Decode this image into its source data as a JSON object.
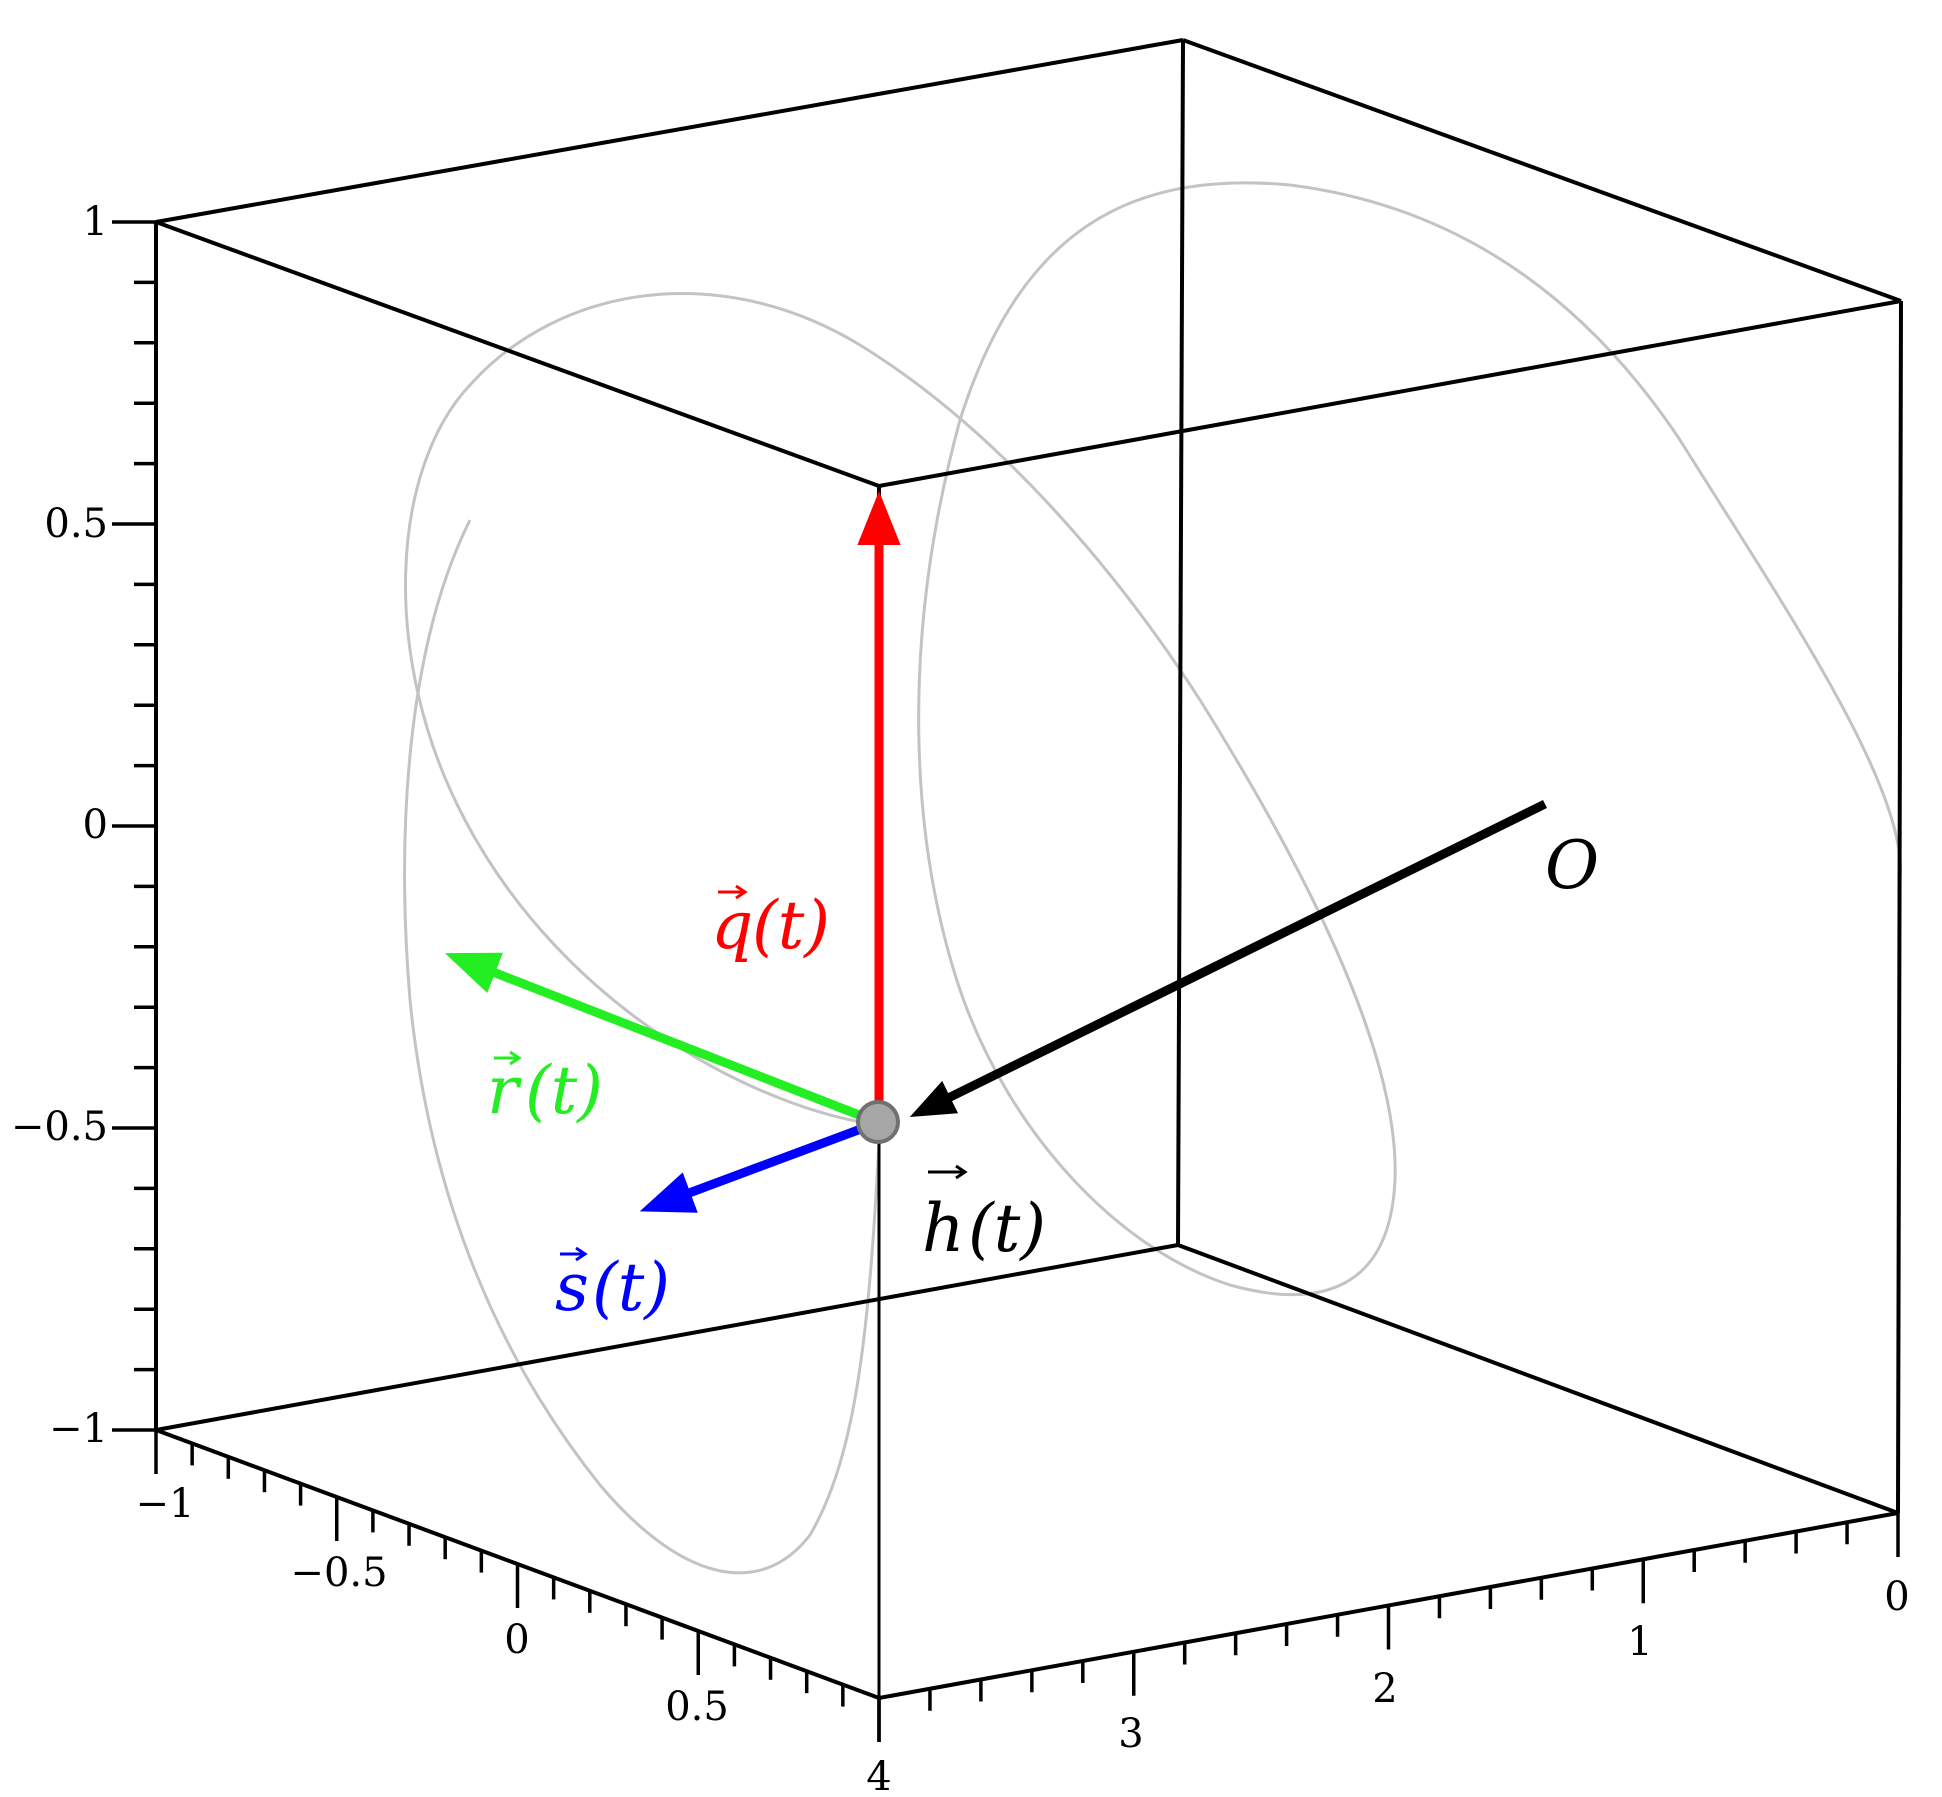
{
  "axes": {
    "z_ticks": [
      "1",
      "0.5",
      "0",
      "−0.5",
      "−1"
    ],
    "y_ticks": [
      "−1",
      "−0.5",
      "0",
      "0.5"
    ],
    "x_ticks": [
      "4",
      "3",
      "2",
      "1",
      "0"
    ]
  },
  "vectors": [
    {
      "key": "q",
      "letter": "q",
      "arg": "(t)",
      "color": "#ff0000"
    },
    {
      "key": "r",
      "letter": "r",
      "arg": "(t)",
      "color": "#22ee22"
    },
    {
      "key": "s",
      "letter": "s",
      "arg": "(t)",
      "color": "#0000ff"
    },
    {
      "key": "h",
      "letter": "h",
      "arg": "(t)",
      "color": "#000000"
    }
  ],
  "origin_label": "O",
  "colors": {
    "box": "#000000",
    "helix": "#c3c3c3",
    "point_fill": "#a6a6a6",
    "point_stroke": "#707070"
  }
}
